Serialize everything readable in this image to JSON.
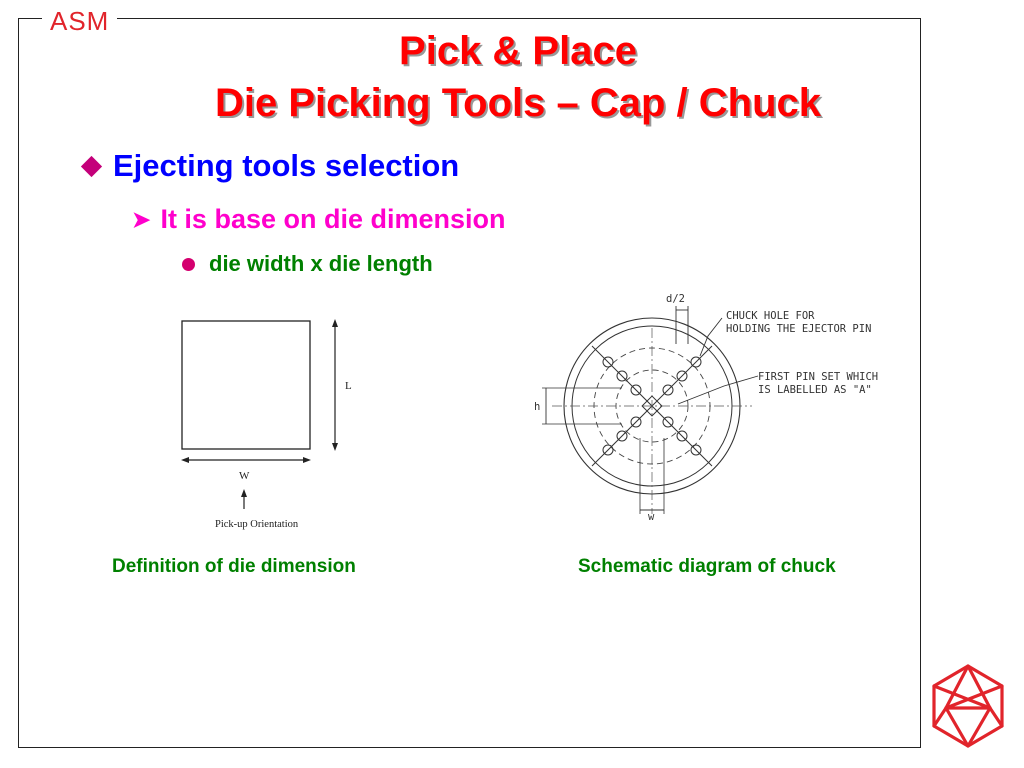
{
  "brand": {
    "name": "ASM",
    "accent": "#e1242b"
  },
  "slide": {
    "title_line1": "Pick & Place",
    "title_line2": "Die Picking Tools – Cap / Chuck",
    "bullets": {
      "level1": "Ejecting tools selection",
      "level2": "It is base on die dimension",
      "level3": "die width x die length"
    }
  },
  "figures": {
    "die": {
      "length_label": "L",
      "width_label": "W",
      "orientation_label": "Pick-up Orientation",
      "caption": "Definition of die dimension"
    },
    "chuck": {
      "d_half_label": "d/2",
      "h_label": "h",
      "w_label": "w",
      "note1_line1": "CHUCK HOLE FOR",
      "note1_line2": "HOLDING THE EJECTOR PIN",
      "note2_line1": "FIRST PIN SET WHICH",
      "note2_line2": "IS LABELLED AS \"A\"",
      "caption": "Schematic diagram of chuck"
    }
  },
  "colors": {
    "title": "#ff0000",
    "level1": "#0000ff",
    "level2": "#ff00cc",
    "level3": "#008000",
    "caption": "#008000"
  }
}
